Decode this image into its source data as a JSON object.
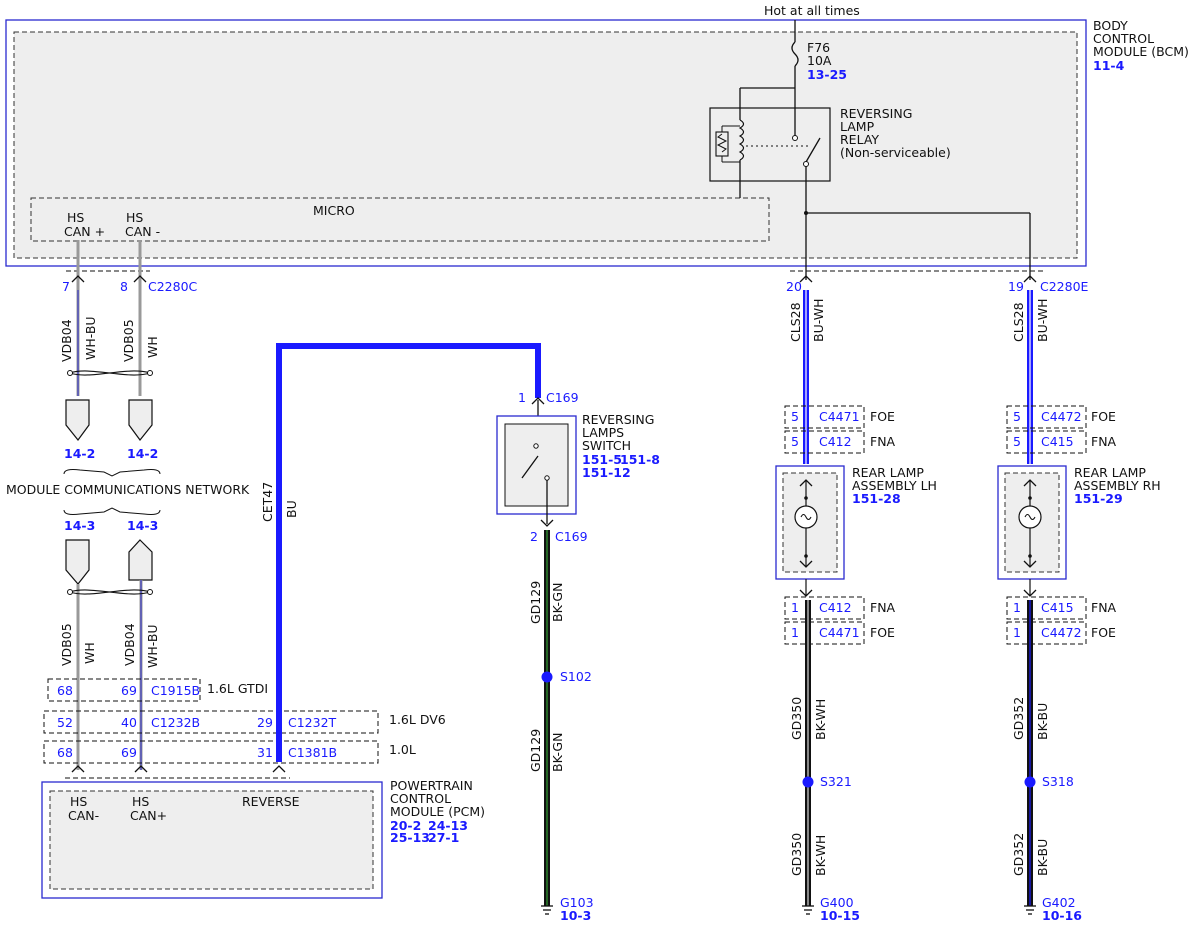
{
  "power": {
    "label": "Hot at all times"
  },
  "bcm": {
    "title_lines": [
      "BODY",
      "CONTROL",
      "MODULE (BCM)"
    ],
    "ref": "11-4",
    "micro": "MICRO",
    "pin_hs_can_plus_lines": [
      "HS",
      "CAN +"
    ],
    "pin_hs_can_minus_lines": [
      "HS",
      "CAN -"
    ],
    "connector_left": "C2280C",
    "connector_right": "C2280E",
    "pin7": "7",
    "pin8": "8",
    "pin20": "20",
    "pin19": "19"
  },
  "fuse": {
    "name": "F76",
    "rating": "10A",
    "ref": "13-25"
  },
  "relay": {
    "lines": [
      "REVERSING",
      "LAMP",
      "RELAY",
      "(Non-serviceable)"
    ]
  },
  "can_top": {
    "w1_circuit": "VDB04",
    "w1_color": "WH-BU",
    "w2_circuit": "VDB05",
    "w2_color": "WH",
    "ref1": "14-2",
    "ref2": "14-2"
  },
  "network": {
    "label": "MODULE COMMUNICATIONS NETWORK"
  },
  "can_bottom": {
    "ref1": "14-3",
    "ref2": "14-3",
    "w1_circuit": "VDB05",
    "w1_color": "WH",
    "w2_circuit": "VDB04",
    "w2_color": "WH-BU"
  },
  "pcm_connectors": [
    {
      "p1": "68",
      "p2": "69",
      "conn": "C1915B",
      "engine": "1.6L GTDI"
    },
    {
      "p1": "52",
      "p2": "40",
      "conn": "C1232B",
      "p3": "29",
      "conn2": "C1232T",
      "engine": "1.6L DV6"
    },
    {
      "p1": "68",
      "p2": "69",
      "p3": "31",
      "conn": "C1381B",
      "engine": "1.0L"
    }
  ],
  "pcm": {
    "title_lines": [
      "POWERTRAIN",
      "CONTROL",
      "MODULE (PCM)"
    ],
    "refs_line1": [
      "20-2",
      "24-13"
    ],
    "refs_line2": [
      "25-13",
      "27-1"
    ],
    "pin_hs_can_minus_lines": [
      "HS",
      "CAN-"
    ],
    "pin_hs_can_plus_lines": [
      "HS",
      "CAN+"
    ],
    "pin_reverse": "REVERSE"
  },
  "reverse_wire": {
    "circuit": "CET47",
    "color": "BU"
  },
  "switch": {
    "title_lines": [
      "REVERSING",
      "LAMPS",
      "SWITCH"
    ],
    "refs_line1": [
      "151-5",
      "151-8"
    ],
    "refs_line2": [
      "151-12"
    ],
    "pin_top": "1",
    "conn_top": "C169",
    "pin_bottom": "2",
    "conn_bottom": "C169",
    "wire_circuit": "GD129",
    "wire_color": "BK-GN",
    "splice": "S102",
    "ground": "G103",
    "ground_ref": "10-3"
  },
  "lh": {
    "wire_circuit": "CLS28",
    "wire_color": "BU-WH",
    "c1_pin": "5",
    "c1_conn": "C4471",
    "c1_tag": "FOE",
    "c2_pin": "5",
    "c2_conn": "C412",
    "c2_tag": "FNA",
    "title_lines": [
      "REAR LAMP",
      "ASSEMBLY LH"
    ],
    "ref": "151-28",
    "c3_pin": "1",
    "c3_conn": "C412",
    "c3_tag": "FNA",
    "c4_pin": "1",
    "c4_conn": "C4471",
    "c4_tag": "FOE",
    "gnd_circuit": "GD350",
    "gnd_color": "BK-WH",
    "splice": "S321",
    "ground": "G400",
    "ground_ref": "10-15"
  },
  "rh": {
    "wire_circuit": "CLS28",
    "wire_color": "BU-WH",
    "c1_pin": "5",
    "c1_conn": "C4472",
    "c1_tag": "FOE",
    "c2_pin": "5",
    "c2_conn": "C415",
    "c2_tag": "FNA",
    "title_lines": [
      "REAR LAMP",
      "ASSEMBLY RH"
    ],
    "ref": "151-29",
    "c3_pin": "1",
    "c3_conn": "C415",
    "c3_tag": "FNA",
    "c4_pin": "1",
    "c4_conn": "C4472",
    "c4_tag": "FOE",
    "gnd_circuit": "GD352",
    "gnd_color": "BK-BU",
    "splice": "S318",
    "ground": "G402",
    "ground_ref": "10-16"
  }
}
